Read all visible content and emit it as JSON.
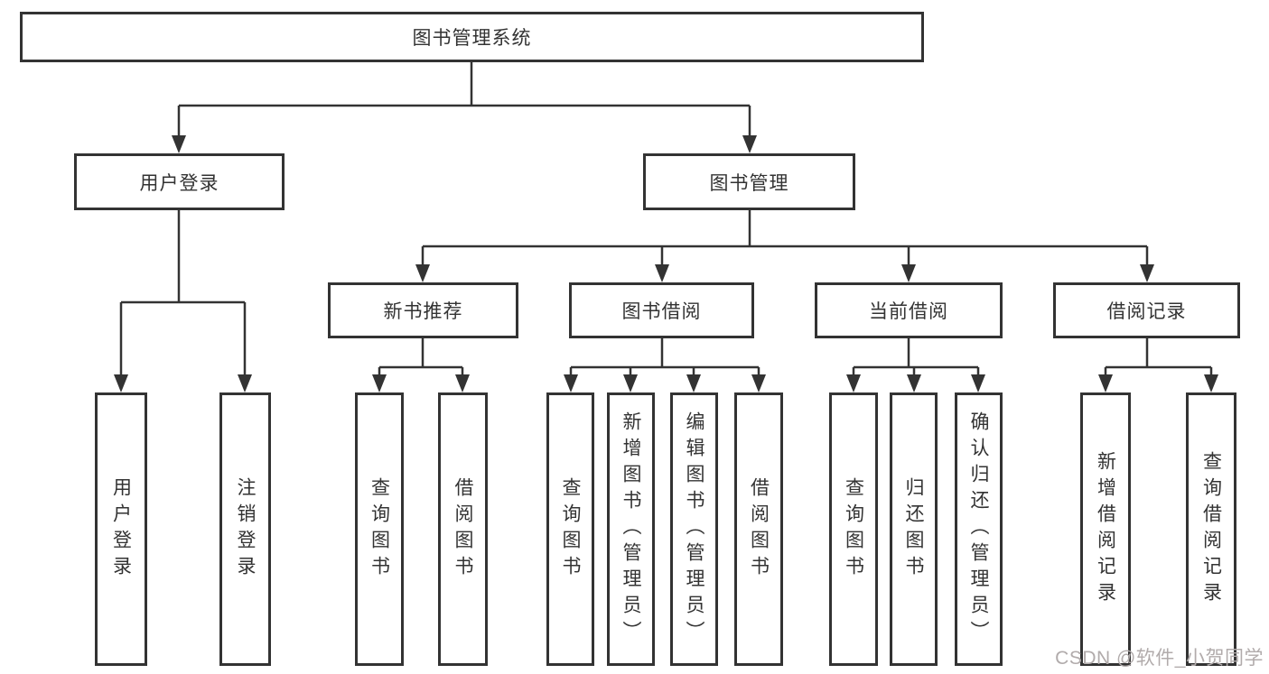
{
  "tree": {
    "label": "图书管理系统",
    "children": [
      {
        "label": "用户登录",
        "children": [
          {
            "label": "用户登录"
          },
          {
            "label": "注销登录"
          }
        ]
      },
      {
        "label": "图书管理",
        "children": [
          {
            "label": "新书推荐",
            "children": [
              {
                "label": "查询图书"
              },
              {
                "label": "借阅图书"
              }
            ]
          },
          {
            "label": "图书借阅",
            "children": [
              {
                "label": "查询图书"
              },
              {
                "label": "新增图书（管理员）"
              },
              {
                "label": "编辑图书（管理员）"
              },
              {
                "label": "借阅图书"
              }
            ]
          },
          {
            "label": "当前借阅",
            "children": [
              {
                "label": "查询图书"
              },
              {
                "label": "归还图书"
              },
              {
                "label": "确认归还（管理员）"
              }
            ]
          },
          {
            "label": "借阅记录",
            "children": [
              {
                "label": "新增借阅记录"
              },
              {
                "label": "查询借阅记录"
              }
            ]
          }
        ]
      }
    ]
  },
  "watermark": {
    "text": "CSDN @软件_小贺同学"
  },
  "colors": {
    "line": "#333333",
    "text": "#333333",
    "watermark": "#b1abab",
    "background": "#ffffff"
  }
}
